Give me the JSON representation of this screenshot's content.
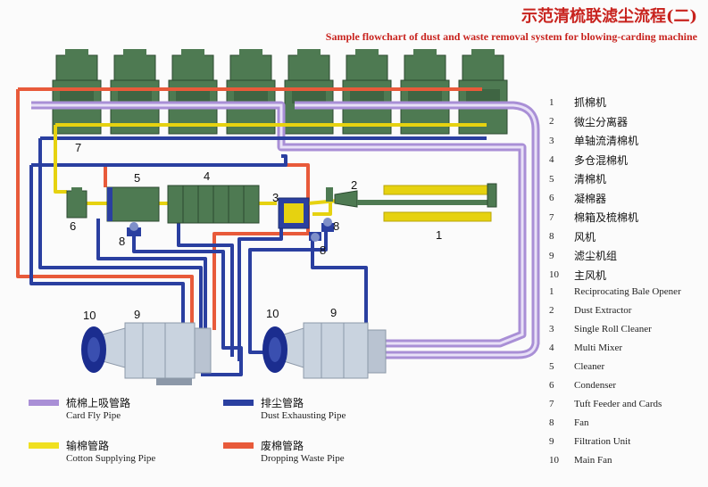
{
  "title": {
    "cn": "示范清梳联滤尘流程(二)",
    "en": "Sample flowchart of dust and waste removal system for blowing-carding machine"
  },
  "colors": {
    "card_fly_pipe": "#a98fd6",
    "dust_pipe": "#2a3fa0",
    "cotton_pipe": "#f0e020",
    "waste_pipe": "#e85a3a",
    "machine_green": "#4e7a52",
    "fan_blue": "#1b2d8f",
    "filter_grey": "#c9d3df"
  },
  "legend": [
    {
      "cn": "梳棉上吸管路",
      "en": "Card Fly Pipe",
      "color_key": "card_fly_pipe"
    },
    {
      "cn": "排尘管路",
      "en": "Dust Exhausting Pipe",
      "color_key": "dust_pipe"
    },
    {
      "cn": "输棉管路",
      "en": "Cotton Supplying Pipe",
      "color_key": "cotton_pipe"
    },
    {
      "cn": "废棉管路",
      "en": "Dropping Waste Pipe",
      "color_key": "waste_pipe"
    }
  ],
  "components": [
    {
      "num": "1",
      "cn": "抓棉机",
      "en": "Reciprocating Bale Opener"
    },
    {
      "num": "2",
      "cn": "微尘分离器",
      "en": "Dust Extractor"
    },
    {
      "num": "3",
      "cn": "单轴流清棉机",
      "en": "Single Roll Cleaner"
    },
    {
      "num": "4",
      "cn": "多仓混棉机",
      "en": "Multi Mixer"
    },
    {
      "num": "5",
      "cn": "清棉机",
      "en": "Cleaner"
    },
    {
      "num": "6",
      "cn": "凝棉器",
      "en": "Condenser"
    },
    {
      "num": "7",
      "cn": "棉箱及梳棉机",
      "en": "Tuft Feeder and Cards"
    },
    {
      "num": "8",
      "cn": "风机",
      "en": "Fan"
    },
    {
      "num": "9",
      "cn": "滤尘机组",
      "en": "Filtration Unit"
    },
    {
      "num": "10",
      "cn": "主风机",
      "en": "Main Fan"
    }
  ],
  "labels": {
    "n1": "1",
    "n2": "2",
    "n3": "3",
    "n4": "4",
    "n5": "5",
    "n6": "6",
    "n7": "7",
    "n8a": "8",
    "n8b": "8",
    "n8c": "8",
    "n9a": "9",
    "n9b": "9",
    "n10a": "10",
    "n10b": "10"
  }
}
